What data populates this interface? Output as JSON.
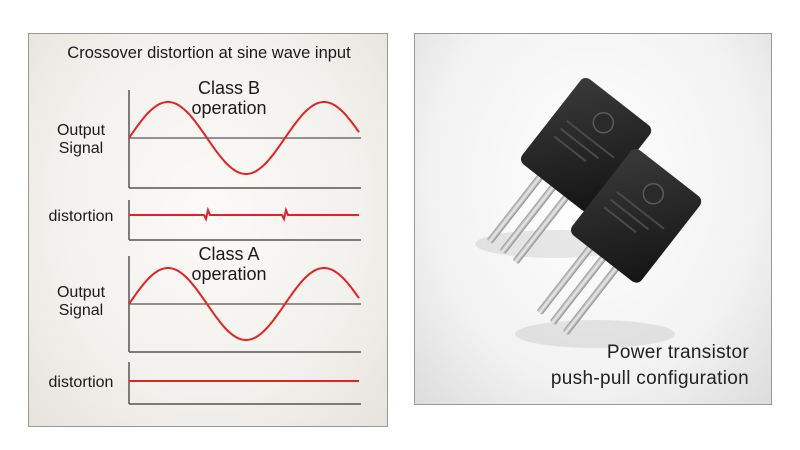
{
  "diagram": {
    "title": "Crossover distortion at sine wave input",
    "class_b": {
      "heading_line1": "Class B",
      "heading_line2": "operation",
      "output_label_line1": "Output",
      "output_label_line2": "Signal",
      "distortion_label": "distortion"
    },
    "class_a": {
      "heading_line1": "Class A",
      "heading_line2": "operation",
      "output_label_line1": "Output",
      "output_label_line2": "Signal",
      "distortion_label": "distortion"
    },
    "colors": {
      "signal": "#e32222",
      "axis": "#555555"
    }
  },
  "photo": {
    "caption_line1": "Power transistor",
    "caption_line2": "push-pull configuration",
    "subject_icon": "power-transistor-icon"
  }
}
